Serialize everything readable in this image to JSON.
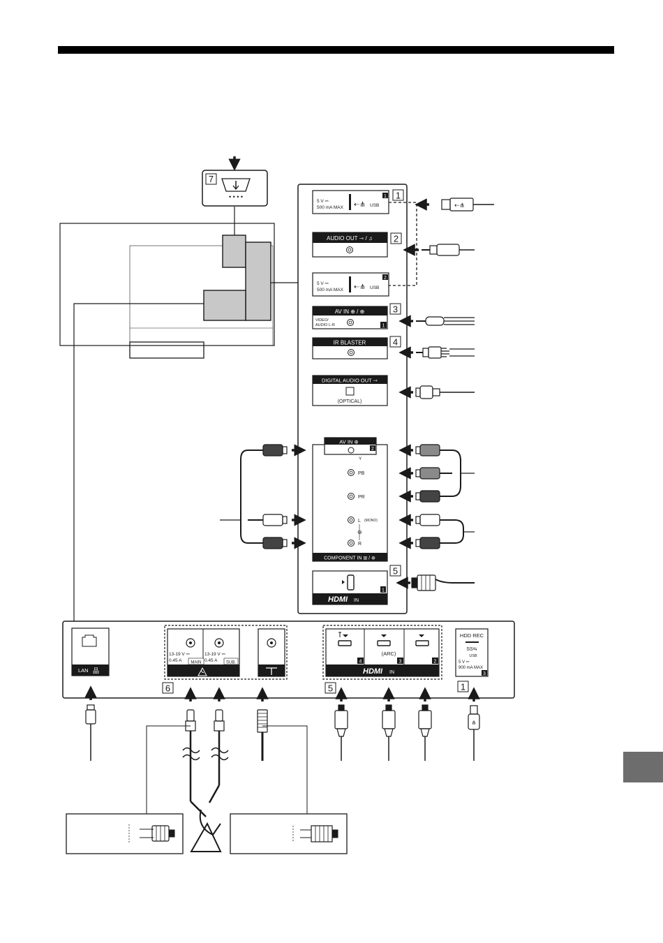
{
  "callouts": {
    "c1": "1",
    "c2": "2",
    "c3": "3",
    "c4": "4",
    "c5": "5",
    "c6": "6",
    "c7": "7"
  },
  "side_panel": {
    "usb1": {
      "volt": "5 V ⎓",
      "current": "500 mA MAX",
      "label": "USB",
      "badge": "1"
    },
    "audio_out": {
      "label": "AUDIO OUT ⇾ / ♫"
    },
    "usb2": {
      "volt": "5 V ⎓",
      "current": "500 mA MAX",
      "label": "USB",
      "badge": "2"
    },
    "av_in1": {
      "label": "AV IN ⊕ / ⊕",
      "sub1": "VIDEO/",
      "sub2": "AUDIO L-R",
      "badge": "1"
    },
    "ir_blaster": {
      "label": "IR BLASTER"
    },
    "digital_audio": {
      "label": "DIGITAL AUDIO OUT ⇾",
      "sub": "(OPTICAL)"
    },
    "av_in2": {
      "label": "AV IN ⊕",
      "badge": "2",
      "y": "Y",
      "pb": "PB",
      "pr": "PR",
      "l": "L",
      "mono": "(MONO)",
      "r": "R",
      "component": "COMPONENT IN ⊞ / ⊕"
    },
    "hdmi1": {
      "logo": "HDMI",
      "in": "IN",
      "badge": "1"
    }
  },
  "bottom_panel": {
    "lan": {
      "label": "LAN"
    },
    "sat_main": {
      "volt": "13-19 V ⎓",
      "current": "0.45 A",
      "tag": "MAIN"
    },
    "sat_sub": {
      "volt": "13-19 V ⎓",
      "current": "0.45 A",
      "tag": "SUB."
    },
    "hdmi": {
      "arc": "(ARC)",
      "b4": "4",
      "b3": "3",
      "b2": "2",
      "logo": "HDMI",
      "in": "IN"
    },
    "usb3": {
      "hdd": "HDD REC",
      "ss": "SS⇆",
      "usb": "USB",
      "volt": "5 V ⎓",
      "current": "900 mA MAX",
      "badge": "3"
    }
  },
  "colors": {
    "panel_grey": "#c8c8c8",
    "ink": "#1a1a1a",
    "tab_grey": "#6d6d6d"
  }
}
